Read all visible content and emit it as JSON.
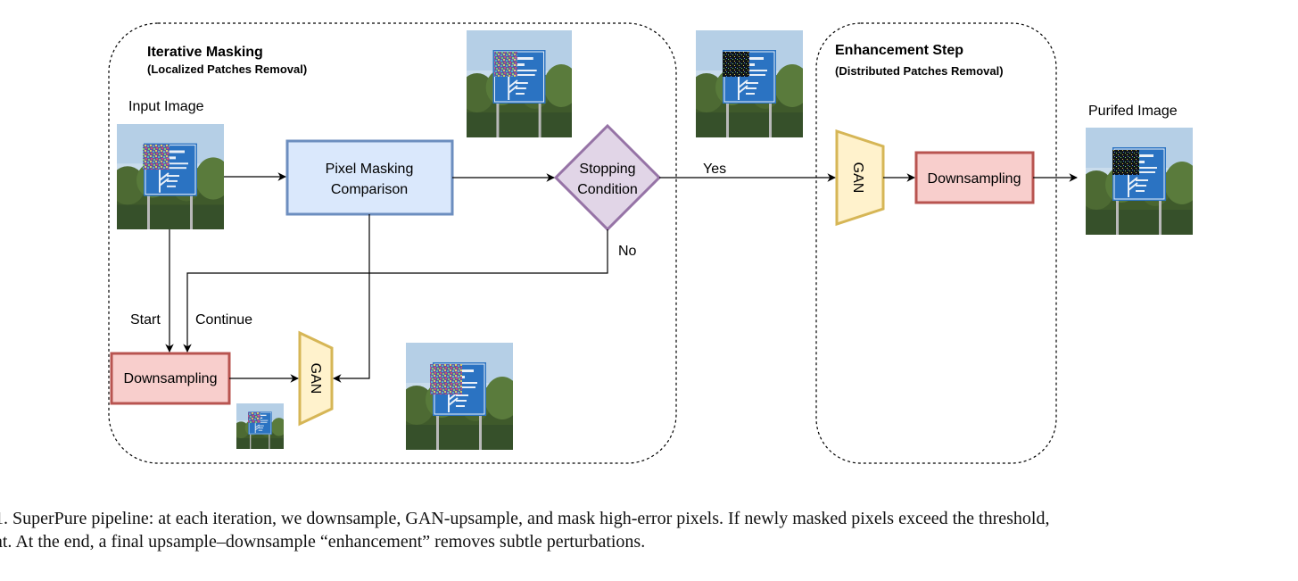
{
  "groups": {
    "iterative": {
      "title": "Iterative Masking",
      "subtitle": "(Localized Patches Removal)"
    },
    "enhancement": {
      "title": "Enhancement Step",
      "subtitle": "(Distributed Patches Removal)"
    }
  },
  "labels": {
    "input_image": "Input Image",
    "purified_image": "Purifed Image",
    "start": "Start",
    "continue": "Continue",
    "yes": "Yes",
    "no": "No"
  },
  "nodes": {
    "pixel_masking": {
      "line1": "Pixel Masking",
      "line2": "Comparison"
    },
    "stopping": {
      "line1": "Stopping",
      "line2": "Condition"
    },
    "downsampling_loop": "Downsampling",
    "downsampling_final": "Downsampling",
    "gan_loop": "GAN",
    "gan_final": "GAN"
  },
  "colors": {
    "pixel_masking_fill": "#dae8fc",
    "pixel_masking_stroke": "#6c8ebf",
    "downsampling_fill": "#f8cecc",
    "downsampling_stroke": "#b85450",
    "gan_fill": "#fff2cc",
    "gan_stroke": "#d6b656",
    "stopping_fill": "#e1d5e7",
    "stopping_stroke": "#9673a6"
  },
  "caption": {
    "line1": "1.  SuperPure pipeline: at each iteration, we downsample, GAN-upsample, and mask high-error pixels. If newly masked pixels exceed the threshold,",
    "line2": "at. At the end, a final upsample–downsample “enhancement” removes subtle perturbations."
  }
}
